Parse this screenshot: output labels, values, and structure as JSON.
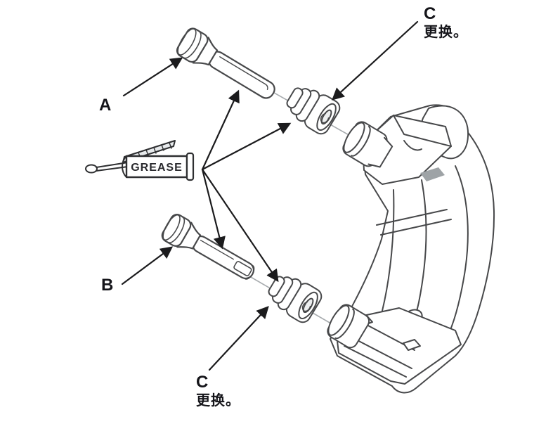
{
  "diagram": {
    "labels": {
      "a": "A",
      "b": "B",
      "c_top": {
        "letter": "C",
        "note": "更换。"
      },
      "c_bottom": {
        "letter": "C",
        "note": "更换。"
      },
      "grease": "GREASE"
    },
    "colors": {
      "background": "#ffffff",
      "line_art": "#47484a",
      "arrow_and_text": "#1b1b1d",
      "axis_line": "#a7abae",
      "shade_light": "#e7eaec",
      "shade_dark": "#9ea3a6"
    }
  }
}
